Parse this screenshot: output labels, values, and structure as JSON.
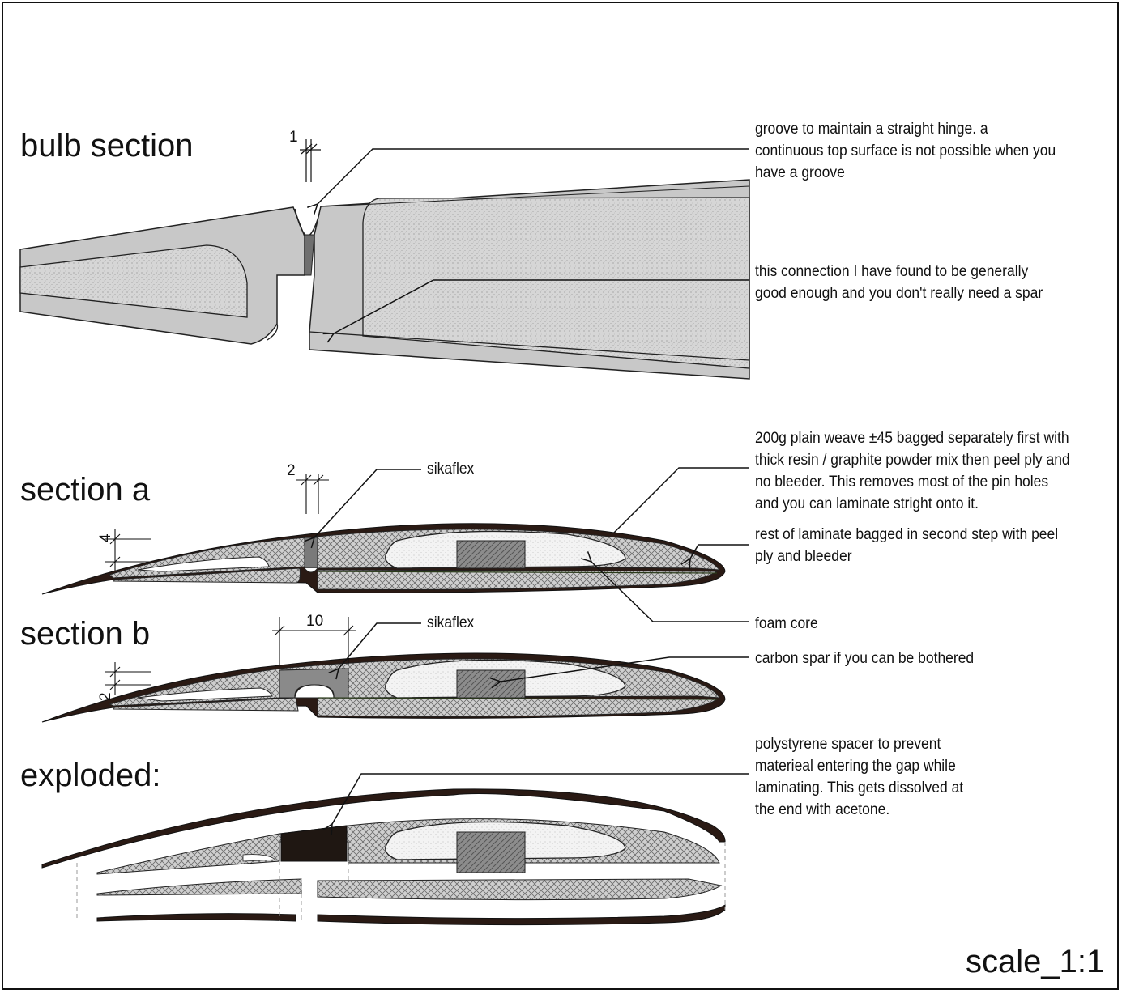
{
  "sections": {
    "bulb": "bulb section",
    "a": "section a",
    "b": "section b",
    "exploded": "exploded:"
  },
  "scale": "scale_1:1",
  "notes": {
    "groove": [
      "groove to maintain a straight hinge. a",
      "continuous top surface is not possible when you",
      "have a groove"
    ],
    "connection": [
      "this connection I have found to be generally",
      "good enough and you don't really need a spar"
    ],
    "plain_weave": [
      "200g plain weave ±45 bagged separately first with",
      "thick resin / graphite powder mix then peel ply and",
      "no bleeder. This removes most of the pin holes",
      "and you can laminate stright onto it."
    ],
    "rest_laminate": [
      "rest of laminate bagged in second step with peel",
      "ply and bleeder"
    ],
    "foam_core": "foam core",
    "carbon_spar": "carbon spar if you can be bothered",
    "spacer": [
      "polystyrene spacer to prevent",
      "materieal entering the gap while",
      "laminating. This gets dissolved at",
      "the end with acetone."
    ]
  },
  "labels": {
    "sikaflex_a": "sikaflex",
    "sikaflex_b": "sikaflex"
  },
  "dimensions": {
    "groove_width": "1",
    "gap_a": "2",
    "thickness_a": "4",
    "gap_width_b": "10",
    "thickness_b": "2"
  }
}
